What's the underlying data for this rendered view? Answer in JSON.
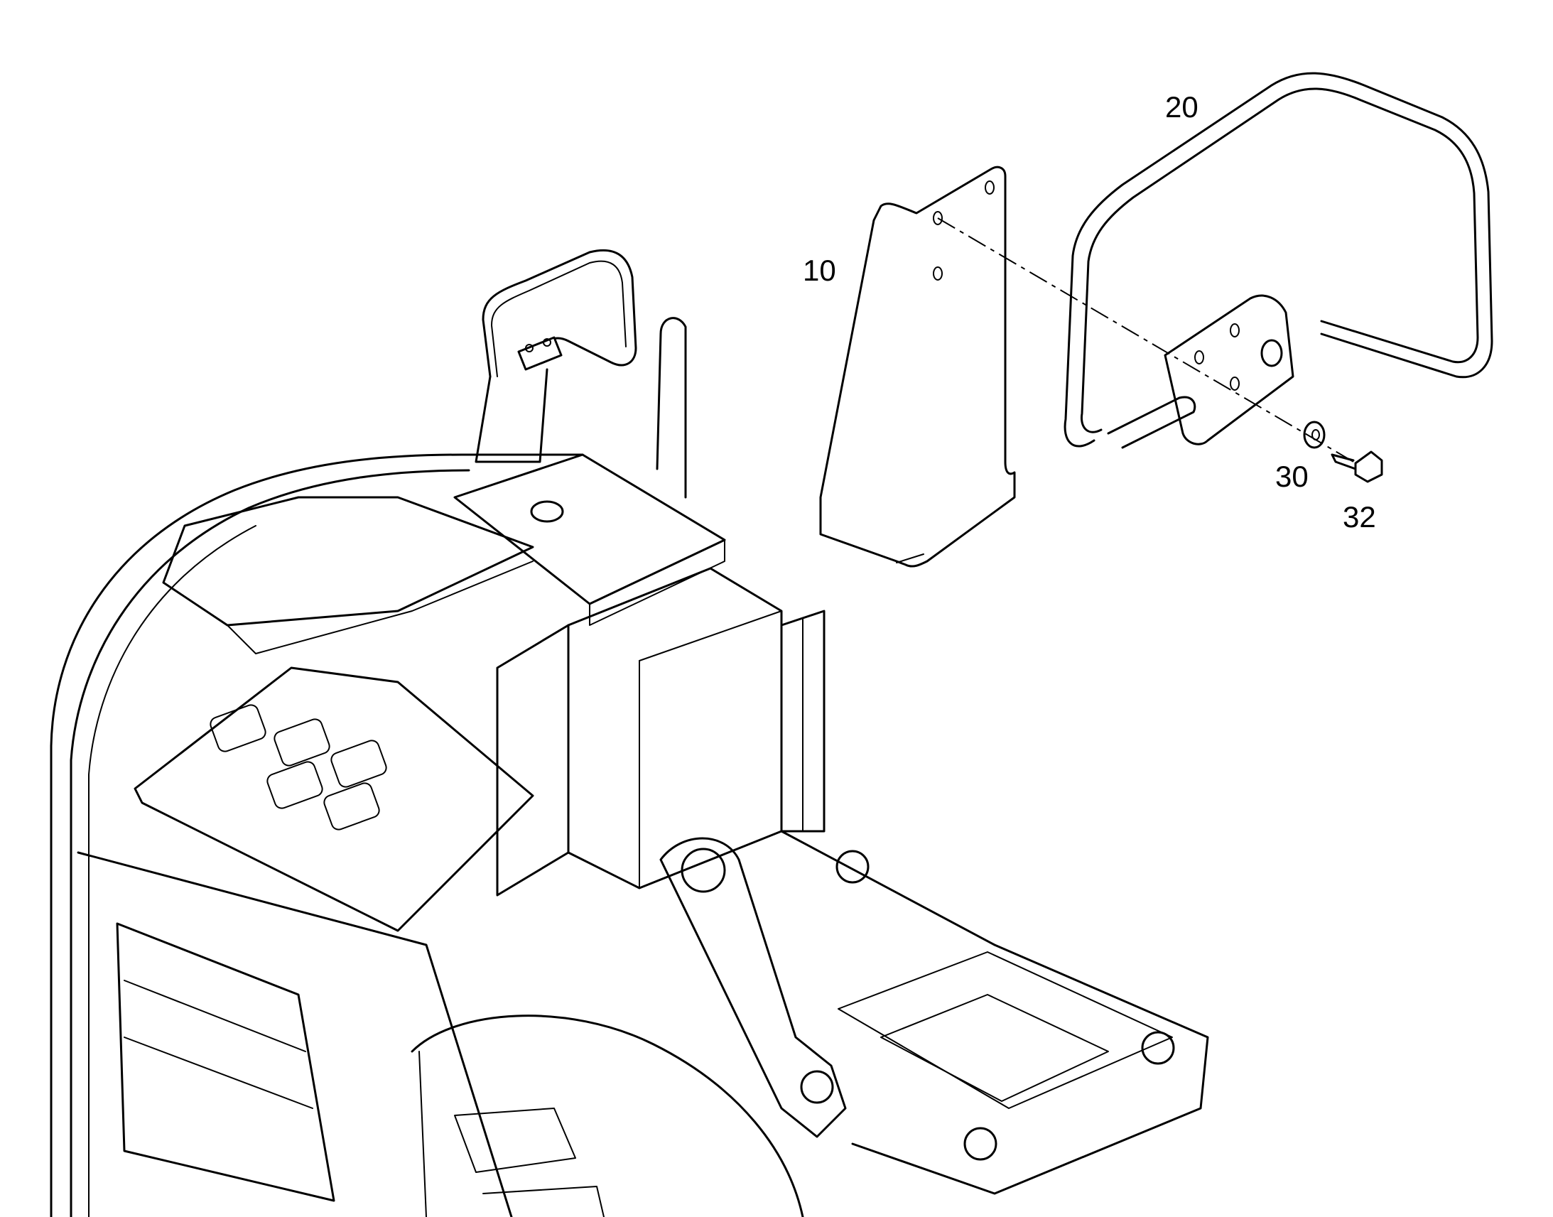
{
  "callouts": {
    "part_10": "10",
    "part_20": "20",
    "part_30": "30",
    "part_32": "32"
  },
  "colors": {
    "line": "#000000",
    "background": "#ffffff"
  }
}
